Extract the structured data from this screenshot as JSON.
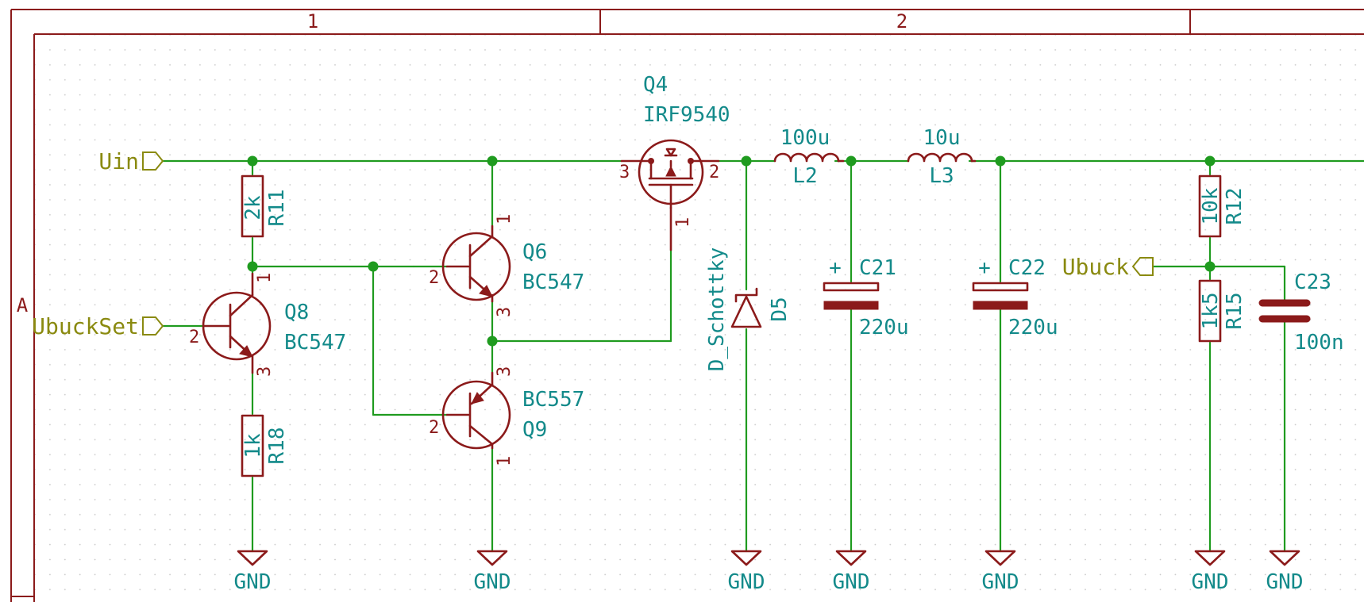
{
  "frame": {
    "columns": [
      "1",
      "2"
    ],
    "rows": [
      "A"
    ]
  },
  "labels": {
    "uin": "Uin",
    "ubuckset": "UbuckSet",
    "ubuck": "Ubuck"
  },
  "gnd": "GND",
  "components": {
    "R11": {
      "ref": "R11",
      "value": "2k"
    },
    "R18": {
      "ref": "R18",
      "value": "1k"
    },
    "R12": {
      "ref": "R12",
      "value": "10k"
    },
    "R15": {
      "ref": "R15",
      "value": "1k5"
    },
    "Q8": {
      "ref": "Q8",
      "value": "BC547"
    },
    "Q6": {
      "ref": "Q6",
      "value": "BC547"
    },
    "Q9": {
      "ref": "Q9",
      "value": "BC557"
    },
    "Q4": {
      "ref": "Q4",
      "value": "IRF9540"
    },
    "D5": {
      "ref": "D5",
      "value": "D_Schottky"
    },
    "L2": {
      "ref": "L2",
      "value": "100u"
    },
    "L3": {
      "ref": "L3",
      "value": "10u"
    },
    "C21": {
      "ref": "C21",
      "value": "220u",
      "polarity": "+"
    },
    "C22": {
      "ref": "C22",
      "value": "220u",
      "polarity": "+"
    },
    "C23": {
      "ref": "C23",
      "value": "100n"
    }
  },
  "pins": {
    "p1": "1",
    "p2": "2",
    "p3": "3"
  },
  "colors": {
    "wire": "#1f9b1f",
    "symbol": "#8b1a1a",
    "reference": "#138a8a",
    "label": "#8a8a10"
  }
}
